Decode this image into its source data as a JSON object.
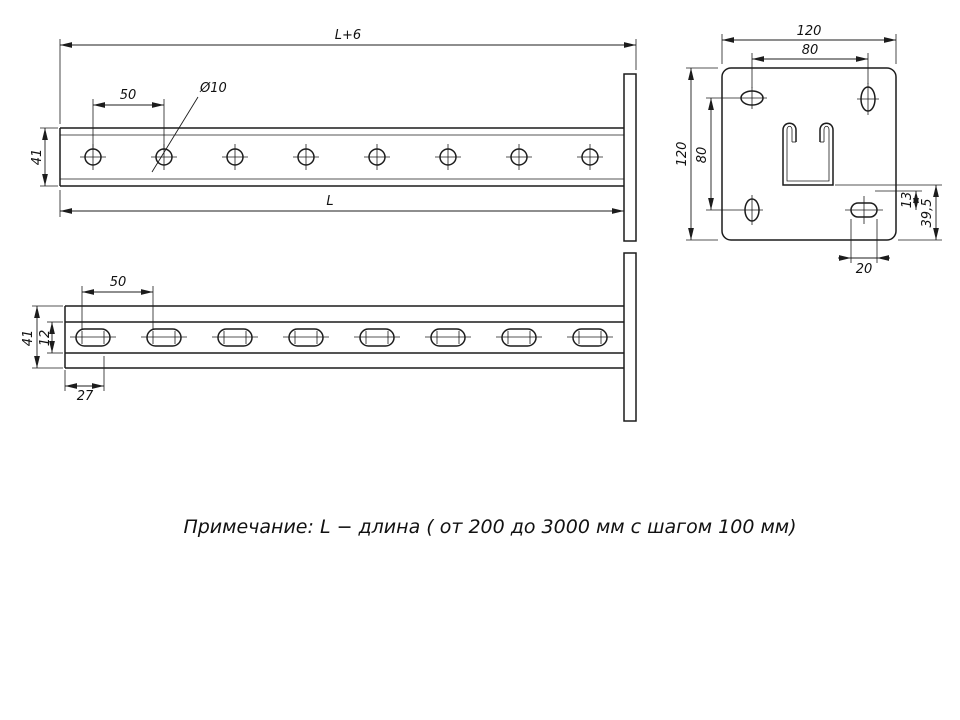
{
  "note": "Примечание: L − длина ( от 200 до 3000 мм с шагом 100 мм)",
  "side_view": {
    "dim_overall_length": "L+6",
    "dim_hole_pitch": "50",
    "dim_hole_diameter": "Ø10",
    "dim_profile_height": "41",
    "dim_length": "L"
  },
  "face_view": {
    "dim_plate_width": "120",
    "dim_hole_span_horizontal": "80",
    "dim_plate_height": "120",
    "dim_hole_span_vertical": "80",
    "dim_slot_offset": "13",
    "dim_slot_center": "39,5",
    "dim_slot_length": "20"
  },
  "bottom_view": {
    "dim_slot_pitch": "50",
    "dim_profile_width": "41",
    "dim_slot_width": "12",
    "dim_slot_end_offset": "27"
  },
  "colors": {
    "line": "#1c1c1c",
    "background": "#ffffff"
  }
}
